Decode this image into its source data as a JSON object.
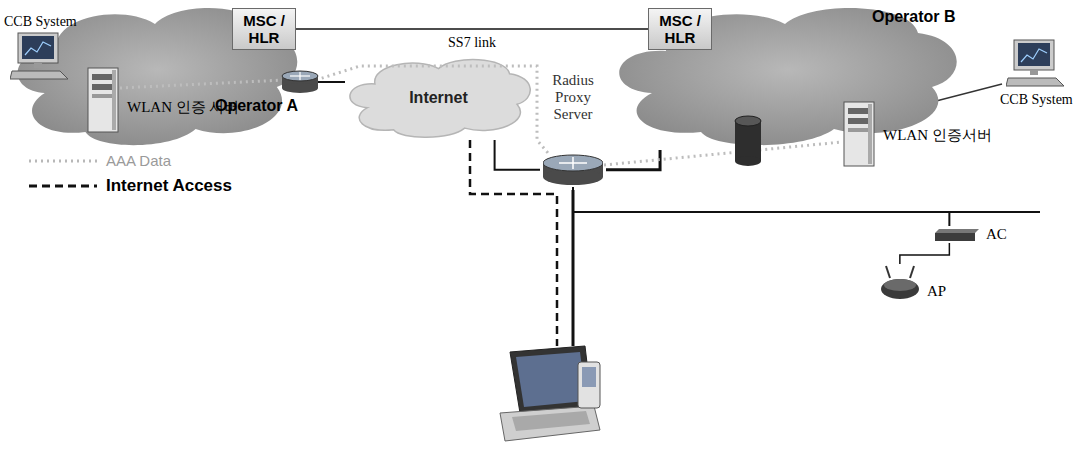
{
  "diagram": {
    "nodes": [
      {
        "text": [
          "CCB System"
        ]
      },
      {
        "text": [
          "MSC / HLR"
        ]
      },
      {
        "text": [
          "Operator A"
        ]
      },
      {
        "text": [
          "MSC / HLR"
        ]
      },
      {
        "text": [
          "Operator B"
        ]
      },
      {
        "text": [
          "CCB System"
        ]
      },
      {
        "text": [
          "WLAN 인증 서버"
        ]
      },
      {
        "text": [
          "Internet"
        ]
      },
      {
        "text": [
          "Radius Proxy Server"
        ]
      },
      {
        "text": [
          "WLAN 인증서버"
        ]
      },
      {
        "text": [
          "AC"
        ]
      },
      {
        "text": [
          "AP"
        ]
      }
    ],
    "edges": [
      {
        "from": 1,
        "to": 3,
        "label": "SS7 link",
        "arrow": "none"
      },
      {
        "from": 2,
        "to": 7,
        "arrow": "none"
      },
      {
        "from": 7,
        "to": 8,
        "arrow": "none"
      },
      {
        "from": 8,
        "to": 4,
        "arrow": "none"
      },
      {
        "from": 8,
        "to": 10,
        "arrow": "none"
      },
      {
        "from": 10,
        "to": 11,
        "arrow": "none"
      }
    ],
    "legend": [
      {
        "text": "AAA Data"
      },
      {
        "text": "Internet Access"
      }
    ]
  }
}
